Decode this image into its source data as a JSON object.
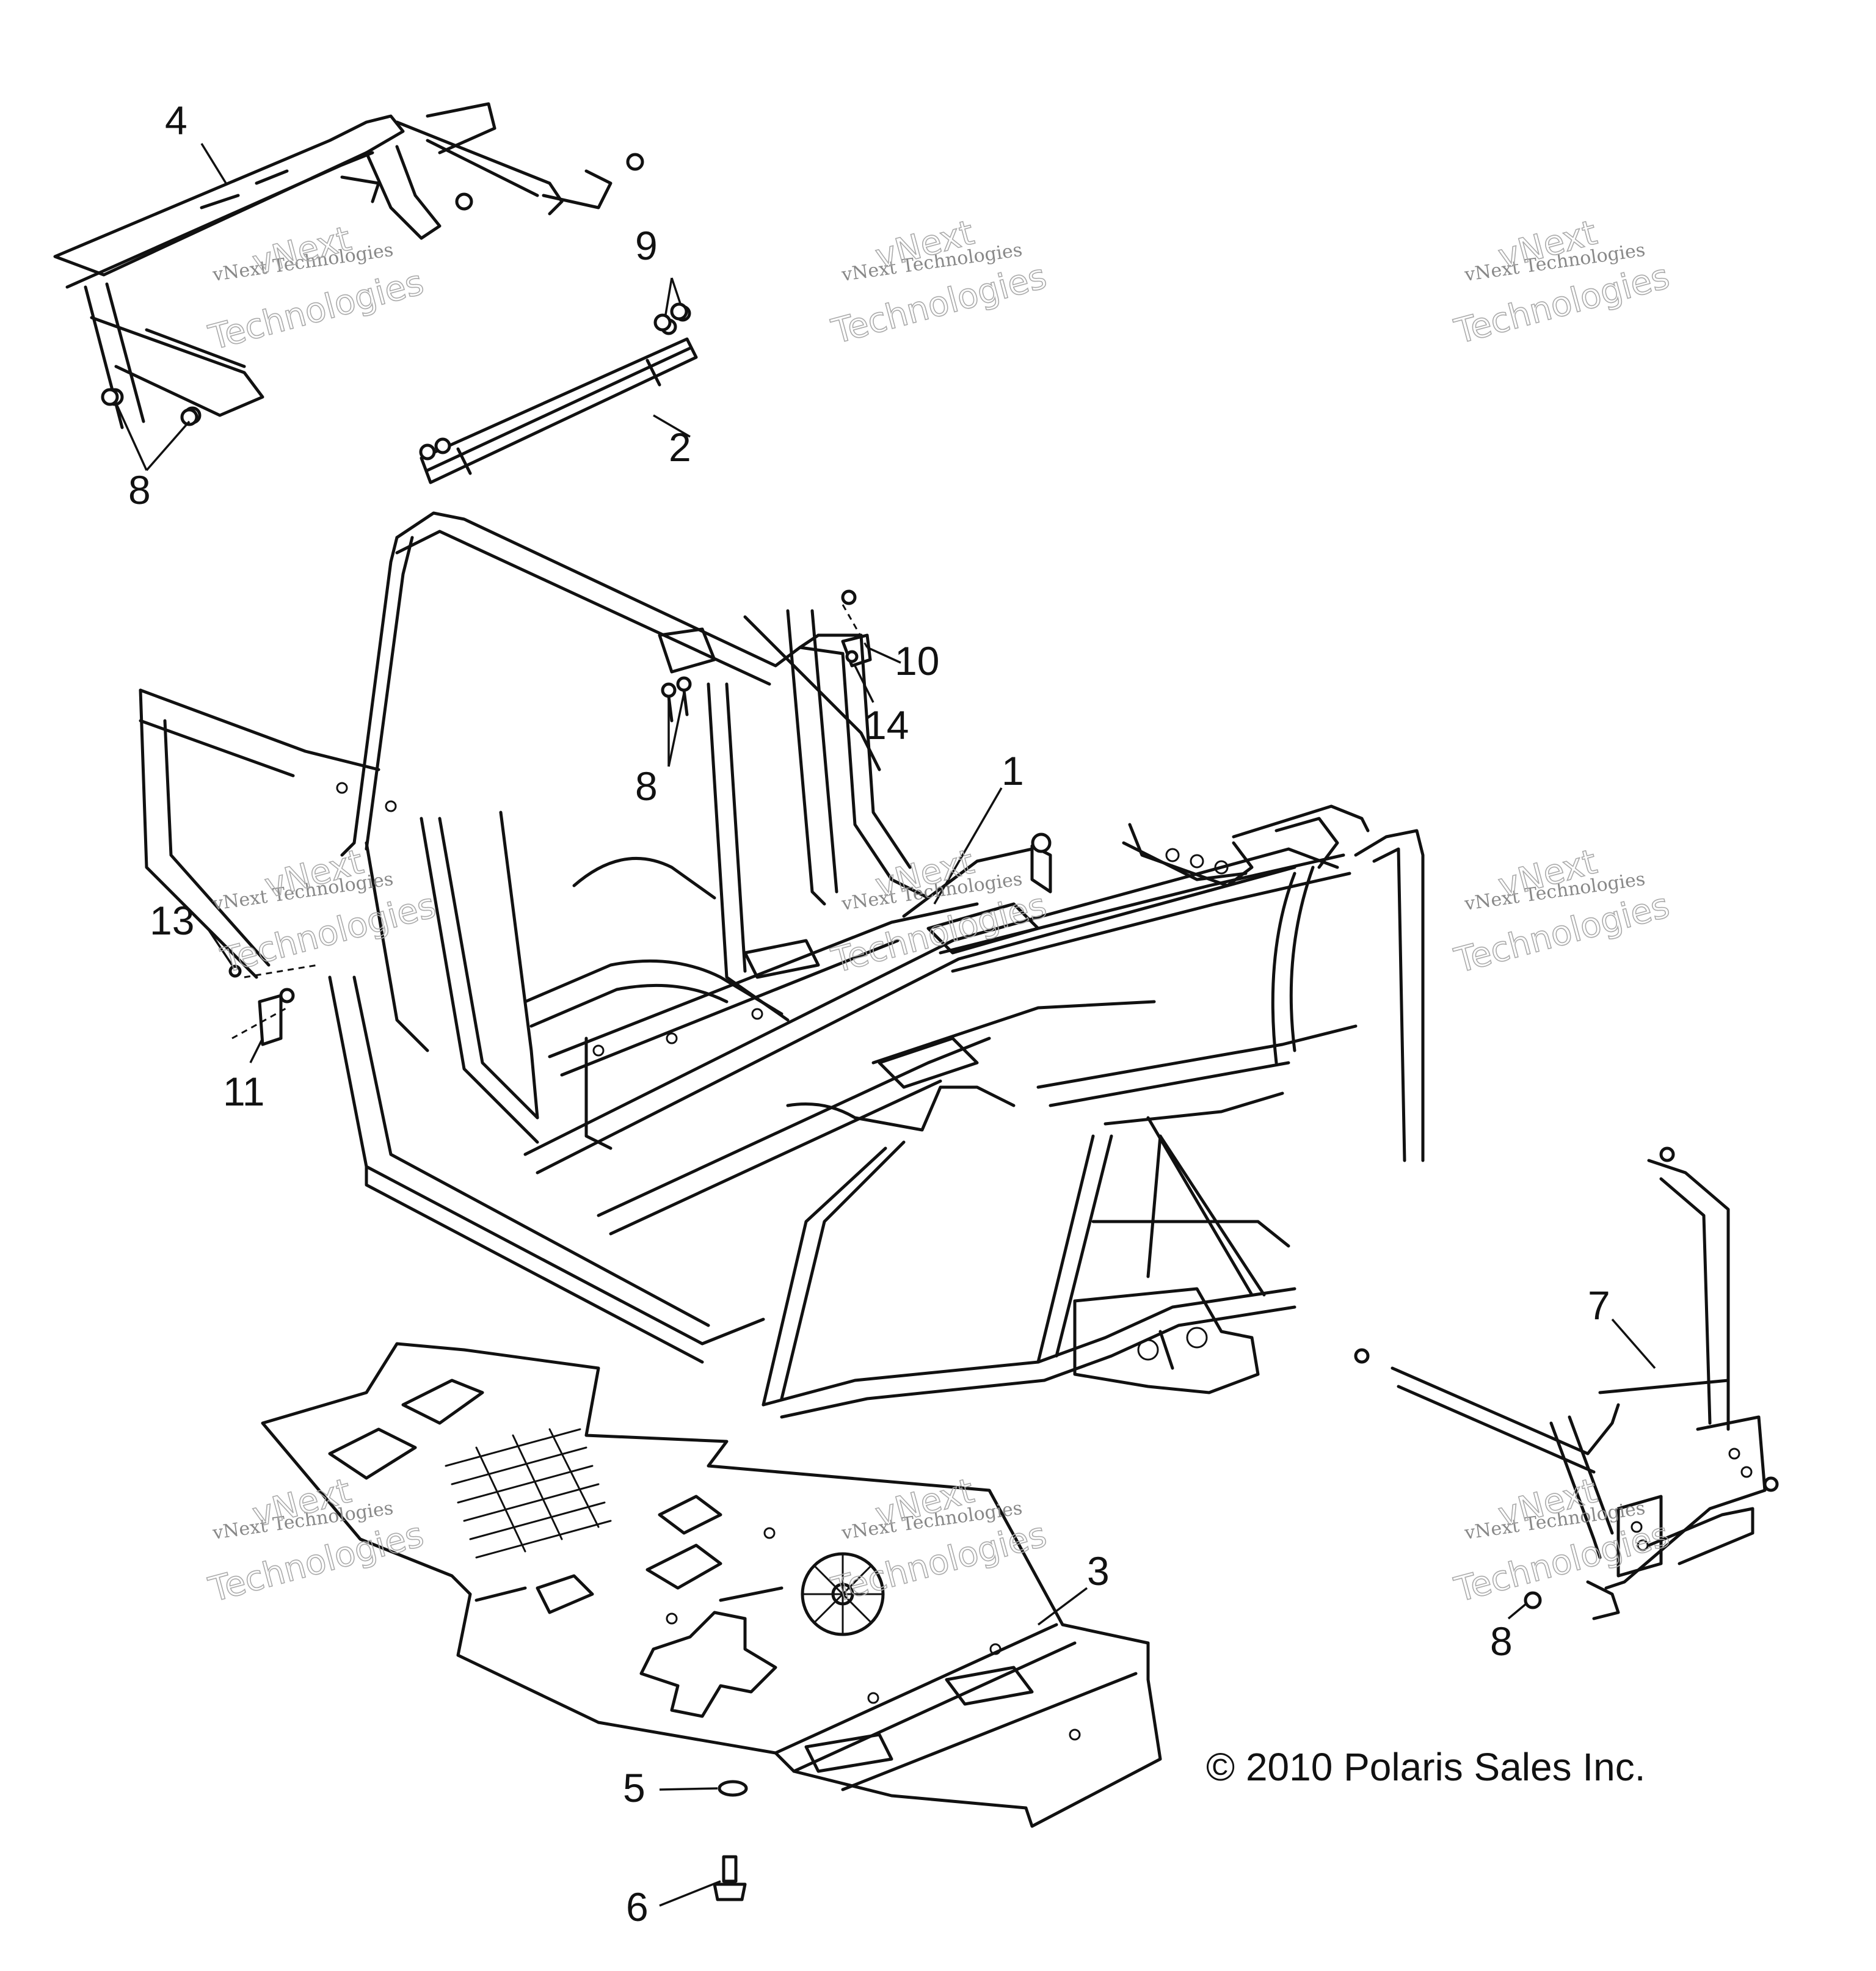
{
  "copyright": "© 2010 Polaris Sales Inc.",
  "watermark": {
    "line1": "vNext Technologies",
    "line2": "vNext",
    "line3": "Technologies"
  },
  "callouts": [
    {
      "id": "c1",
      "label": "1"
    },
    {
      "id": "c2",
      "label": "2"
    },
    {
      "id": "c3",
      "label": "3"
    },
    {
      "id": "c4",
      "label": "4"
    },
    {
      "id": "c5",
      "label": "5"
    },
    {
      "id": "c6",
      "label": "6"
    },
    {
      "id": "c7",
      "label": "7"
    },
    {
      "id": "c8a",
      "label": "8"
    },
    {
      "id": "c8b",
      "label": "8"
    },
    {
      "id": "c9",
      "label": "9"
    },
    {
      "id": "c10",
      "label": "10"
    },
    {
      "id": "c11",
      "label": "11"
    },
    {
      "id": "c12",
      "label": "12"
    },
    {
      "id": "c13",
      "label": "13"
    },
    {
      "id": "c14",
      "label": "14"
    }
  ]
}
